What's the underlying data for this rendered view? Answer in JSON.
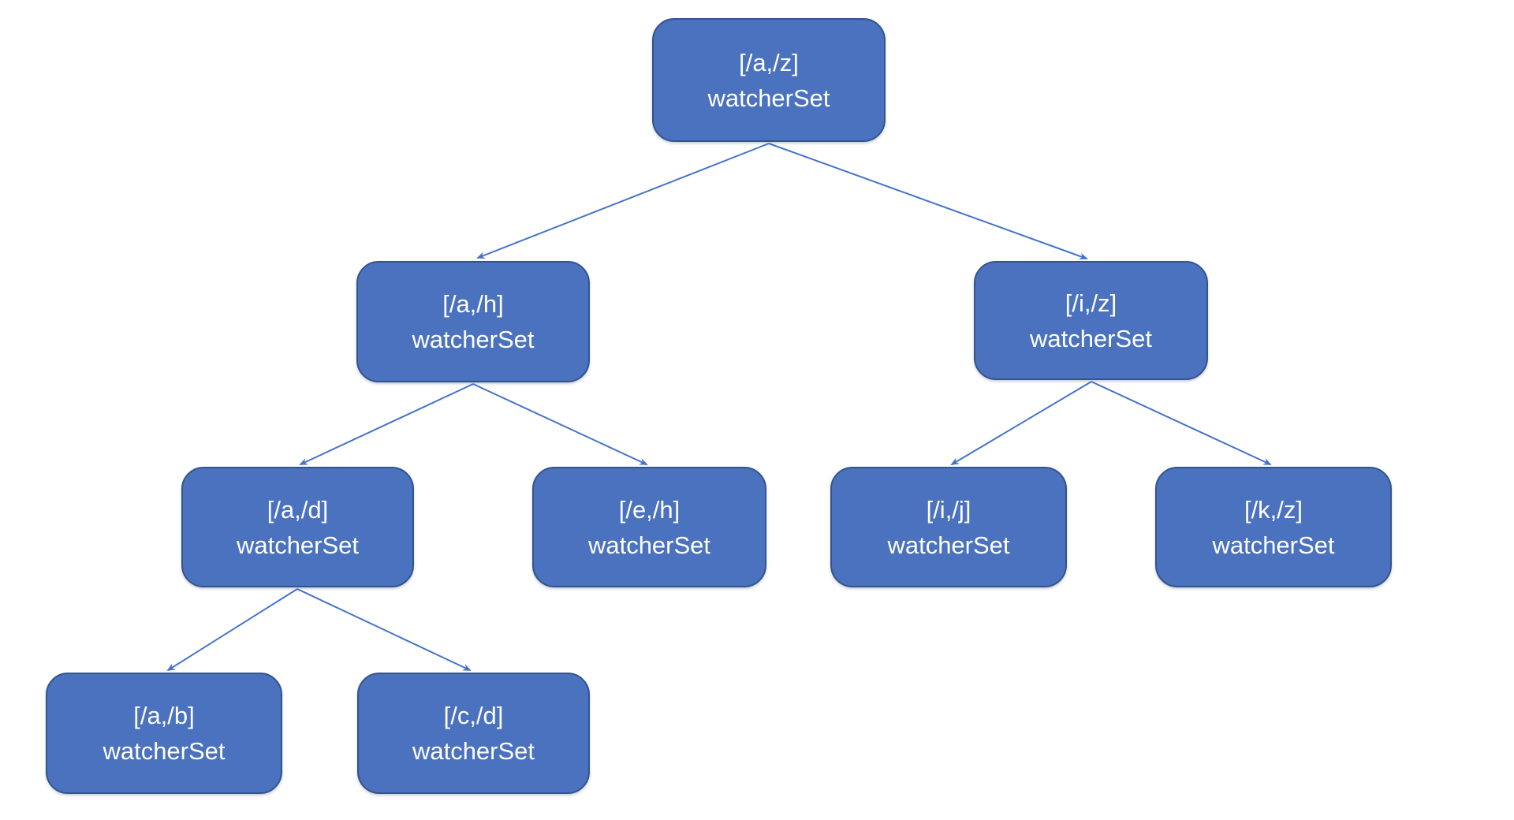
{
  "diagram": {
    "type": "tree",
    "description": "Binary interval tree of watcherSet nodes",
    "colors": {
      "node_fill": "#4a72bf",
      "node_border": "#34548c",
      "connector": "#4573c7",
      "text": "#ffffff",
      "background": "#ffffff"
    },
    "nodes": {
      "az": {
        "range": "[/a,/z]",
        "label": "watcherSet"
      },
      "ah": {
        "range": "[/a,/h]",
        "label": "watcherSet"
      },
      "iz": {
        "range": "[/i,/z]",
        "label": "watcherSet"
      },
      "ad": {
        "range": "[/a,/d]",
        "label": "watcherSet"
      },
      "eh": {
        "range": "[/e,/h]",
        "label": "watcherSet"
      },
      "ij": {
        "range": "[/i,/j]",
        "label": "watcherSet"
      },
      "kz": {
        "range": "[/k,/z]",
        "label": "watcherSet"
      },
      "ab": {
        "range": "[/a,/b]",
        "label": "watcherSet"
      },
      "cd": {
        "range": "[/c,/d]",
        "label": "watcherSet"
      }
    },
    "edges": [
      {
        "from": "az",
        "to": "ah"
      },
      {
        "from": "az",
        "to": "iz"
      },
      {
        "from": "ah",
        "to": "ad"
      },
      {
        "from": "ah",
        "to": "eh"
      },
      {
        "from": "iz",
        "to": "ij"
      },
      {
        "from": "iz",
        "to": "kz"
      },
      {
        "from": "ad",
        "to": "ab"
      },
      {
        "from": "ad",
        "to": "cd"
      }
    ]
  }
}
